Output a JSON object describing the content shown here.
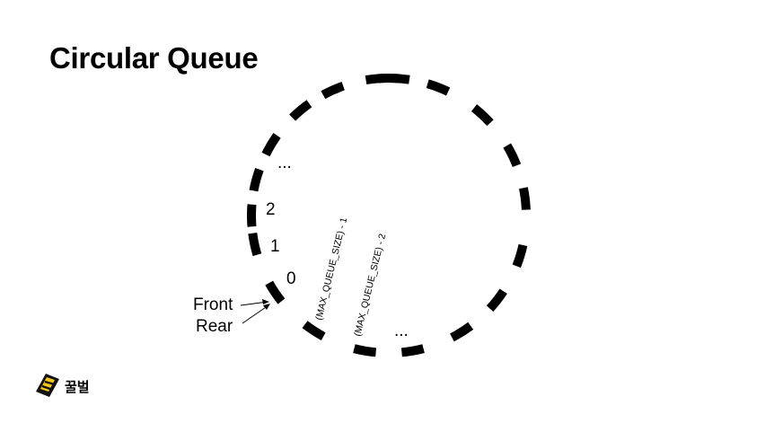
{
  "slide": {
    "title": "Circular Queue"
  },
  "diagram": {
    "index_labels": [
      "0",
      "1",
      "2",
      "..."
    ],
    "max_labels": [
      "(MAX_QUEUE_SIZE) - 1",
      "(MAX_QUEUE_SIZE) - 2"
    ],
    "bottom_ellipsis": "...",
    "pointer_labels": {
      "front": "Front",
      "rear": "Rear"
    }
  },
  "brand": {
    "name": "꿀벌",
    "colors": {
      "accent": "#f5c518",
      "ink": "#111111"
    }
  }
}
